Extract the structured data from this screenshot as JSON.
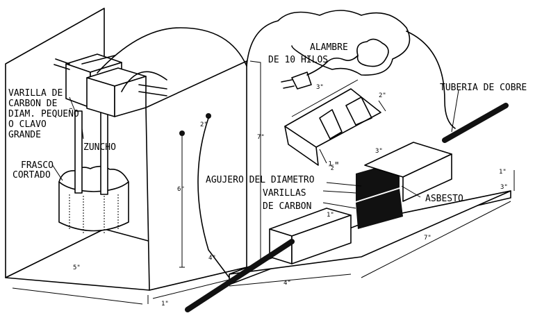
{
  "labels": {
    "varilla": [
      "VARILLA DE",
      "CARBON DE",
      "DIAM. PEQUEÑO",
      "O CLAVO",
      "GRANDE"
    ],
    "zuncho": "ZUNCHO",
    "frasco": [
      "FRASCO",
      "CORTADO"
    ],
    "alambre": [
      "ALAMBRE",
      "DE 10 HILOS"
    ],
    "tuberia": "TUBERIA DE COBRE",
    "agujero": "AGUJERO DEL DIAMETRO",
    "varillas": [
      "VARILLAS",
      "DE CARBON"
    ],
    "asbesto": "ASBESTO"
  },
  "dimensions": {
    "frame_width": "5\"",
    "frame_depth": "4\"",
    "frame_height": "7\"",
    "wall_height": "6\"",
    "rod_gap": "2\"",
    "wall_thickness": "1\"",
    "base_width": "4\"",
    "base_length": "7\"",
    "base_thickness": "1\"",
    "base_side": "3\"",
    "block_detail": "½\"",
    "block_width": "3\"",
    "block_height": "2\"",
    "block_side": "1\"",
    "detail_length": "3\""
  }
}
